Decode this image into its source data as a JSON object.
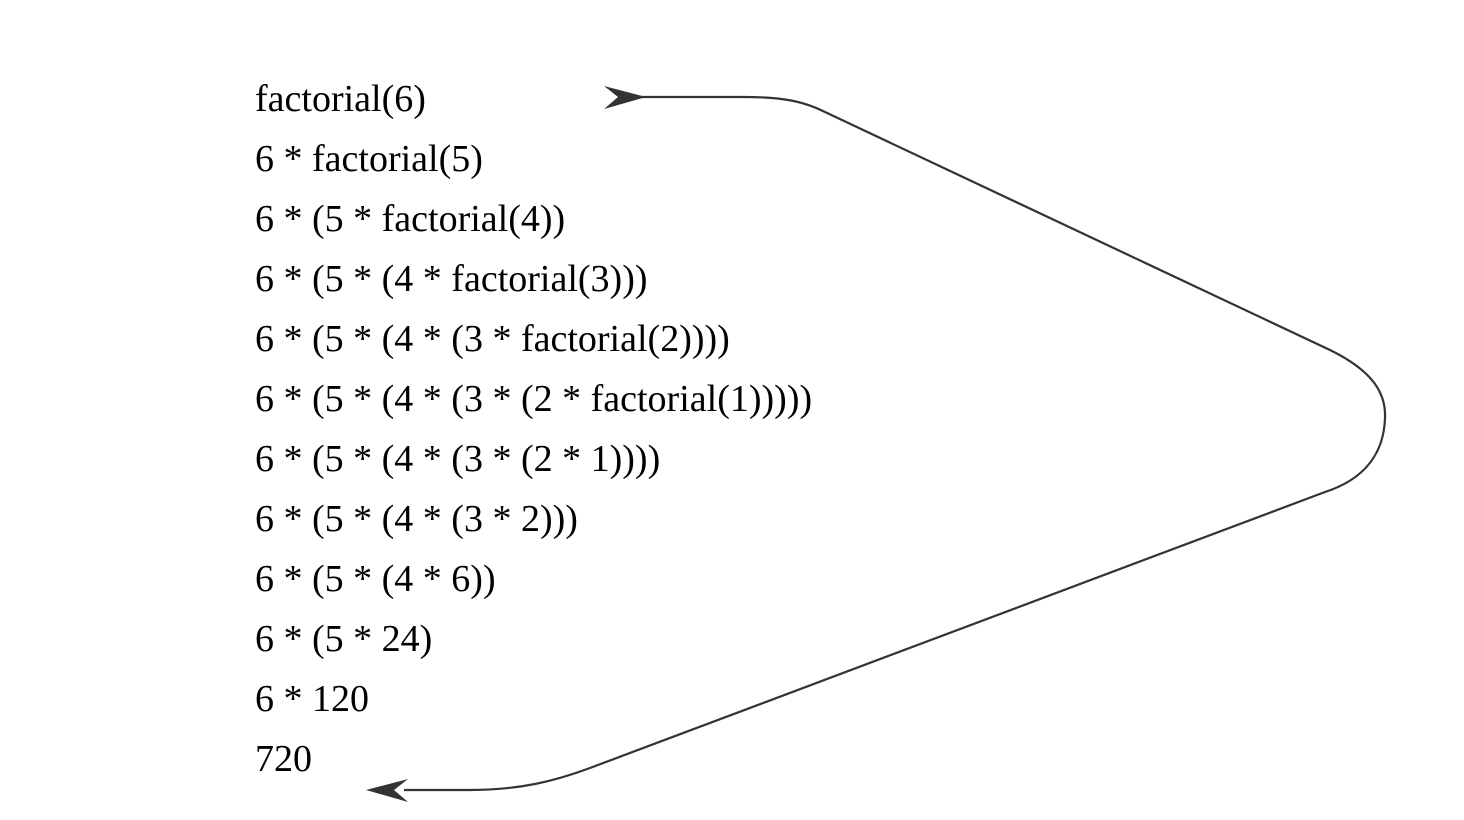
{
  "steps": [
    "factorial(6)",
    "6 * factorial(5)",
    "6 * (5 * factorial(4))",
    "6 * (5 * (4 * factorial(3)))",
    "6 * (5 * (4 * (3 * factorial(2))))",
    "6 * (5 * (4 * (3 * (2 * factorial(1)))))",
    "6 * (5 * (4 * (3 * (2 * 1))))",
    "6 * (5 * (4 * (3 * 2)))",
    "6 * (5 * (4 * 6))",
    "6 * (5 * 24)",
    "6 * 120",
    "720"
  ],
  "colors": {
    "text": "#000000",
    "arrow": "#333333",
    "background": "#ffffff"
  }
}
